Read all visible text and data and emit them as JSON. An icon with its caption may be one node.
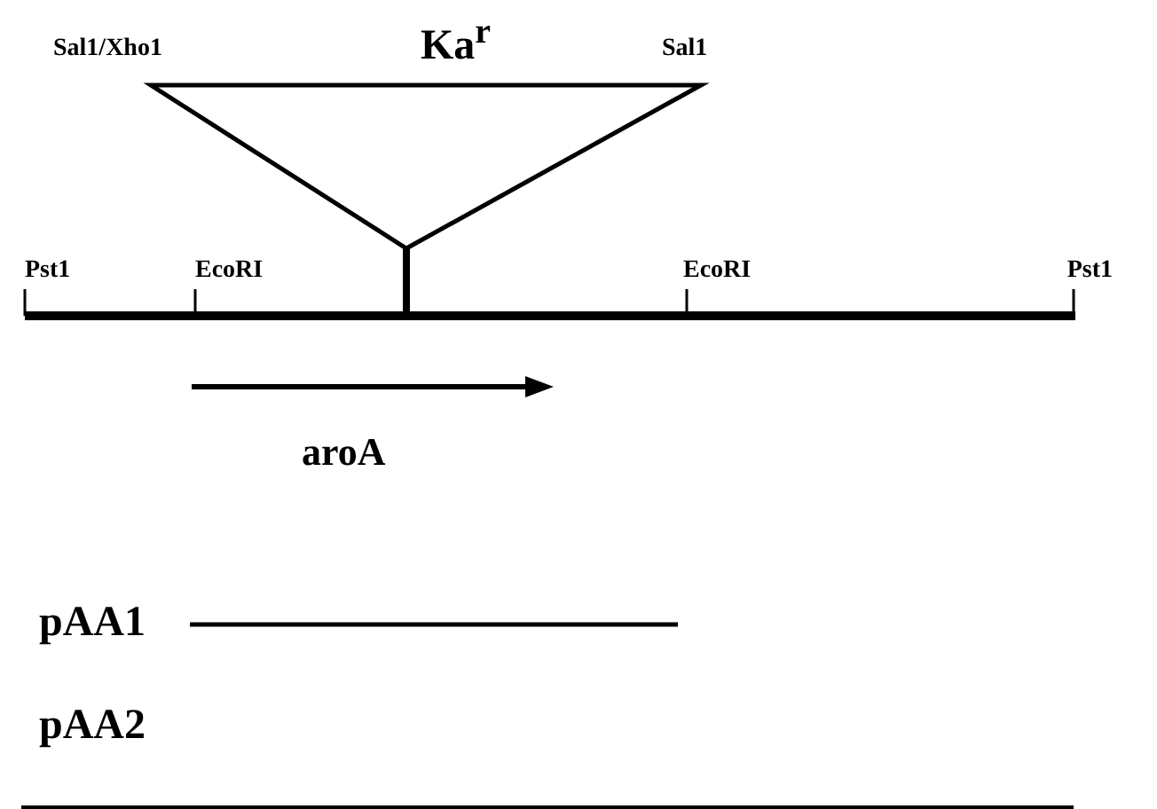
{
  "diagram": {
    "labels": [
      "Sal1/Xho1",
      "Ka$^{r}$",
      "Sal1",
      "Pst1",
      "EcoRI",
      "EcoRI",
      "Pst1",
      "aroA",
      "pAA1",
      "pAA2"
    ]
  }
}
